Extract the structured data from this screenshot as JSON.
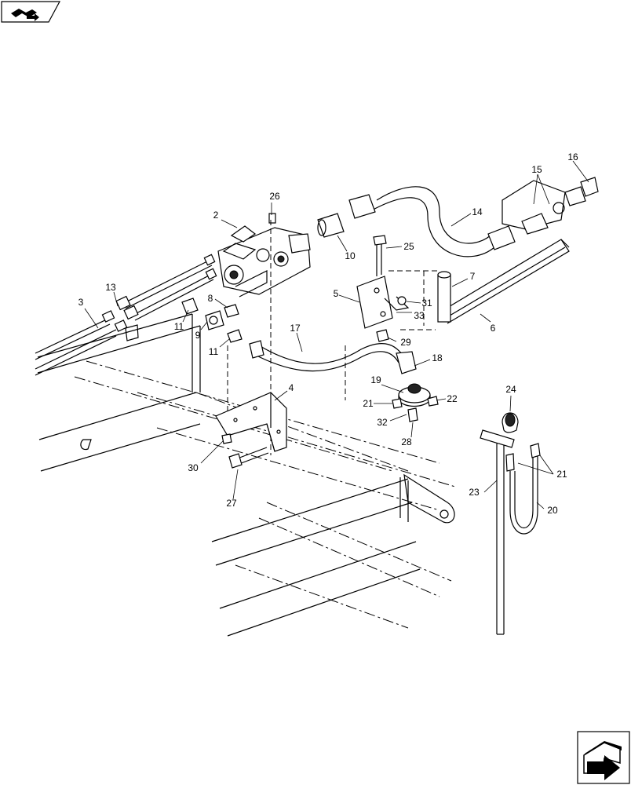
{
  "diagram": {
    "callouts": [
      {
        "id": "c1",
        "text": "26"
      },
      {
        "id": "c2",
        "text": "2"
      },
      {
        "id": "c3",
        "text": "13"
      },
      {
        "id": "c4",
        "text": "3"
      },
      {
        "id": "c5",
        "text": "8"
      },
      {
        "id": "c6",
        "text": "11"
      },
      {
        "id": "c7",
        "text": "9"
      },
      {
        "id": "c8",
        "text": "11"
      },
      {
        "id": "c9",
        "text": "10"
      },
      {
        "id": "c10",
        "text": "25"
      },
      {
        "id": "c11",
        "text": "14"
      },
      {
        "id": "c12",
        "text": "15"
      },
      {
        "id": "c13",
        "text": "16"
      },
      {
        "id": "c14",
        "text": "5"
      },
      {
        "id": "c15",
        "text": "7"
      },
      {
        "id": "c16",
        "text": "31"
      },
      {
        "id": "c17",
        "text": "33"
      },
      {
        "id": "c18",
        "text": "6"
      },
      {
        "id": "c19",
        "text": "29"
      },
      {
        "id": "c20",
        "text": "17"
      },
      {
        "id": "c21",
        "text": "18"
      },
      {
        "id": "c22",
        "text": "19"
      },
      {
        "id": "c23",
        "text": "21"
      },
      {
        "id": "c24",
        "text": "22"
      },
      {
        "id": "c25",
        "text": "32"
      },
      {
        "id": "c26",
        "text": "28"
      },
      {
        "id": "c27",
        "text": "4"
      },
      {
        "id": "c28",
        "text": "30"
      },
      {
        "id": "c29",
        "text": "27"
      },
      {
        "id": "c30",
        "text": "24"
      },
      {
        "id": "c31",
        "text": "21"
      },
      {
        "id": "c32",
        "text": "23"
      },
      {
        "id": "c33",
        "text": "20"
      }
    ]
  },
  "icons": {
    "top_left": "book-arrow-icon",
    "bottom_right": "next-page-arrow-icon"
  }
}
